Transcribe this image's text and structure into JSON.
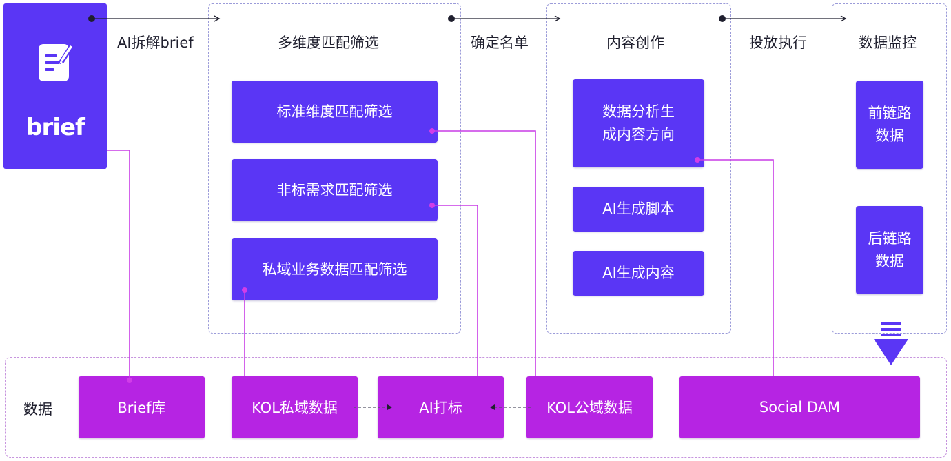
{
  "colors": {
    "primary_blue": "#5a36f5",
    "data_purple": "#b624e3",
    "connector_magenta": "#c83ce6",
    "dashed_border": "#9b9bd9"
  },
  "brief_card": {
    "label": "brief",
    "icon": "document-edit-icon"
  },
  "stages": {
    "s1": "AI拆解brief",
    "s2": "多维度匹配筛选",
    "s3": "确定名单",
    "s4": "内容创作",
    "s5": "投放执行",
    "s6": "数据监控"
  },
  "matching_boxes": [
    "标准维度匹配筛选",
    "非标需求匹配筛选",
    "私域业务数据匹配筛选"
  ],
  "content_boxes": {
    "analysis_line1": "数据分析生",
    "analysis_line2": "成内容方向",
    "script": "AI生成脚本",
    "content": "AI生成内容"
  },
  "monitor_boxes": {
    "front_line1": "前链路",
    "front_line2": "数据",
    "back_line1": "后链路",
    "back_line2": "数据"
  },
  "data_row": {
    "label": "数据",
    "items": [
      "Brief库",
      "KOL私域数据",
      "AI打标",
      "KOL公域数据",
      "Social DAM"
    ]
  }
}
